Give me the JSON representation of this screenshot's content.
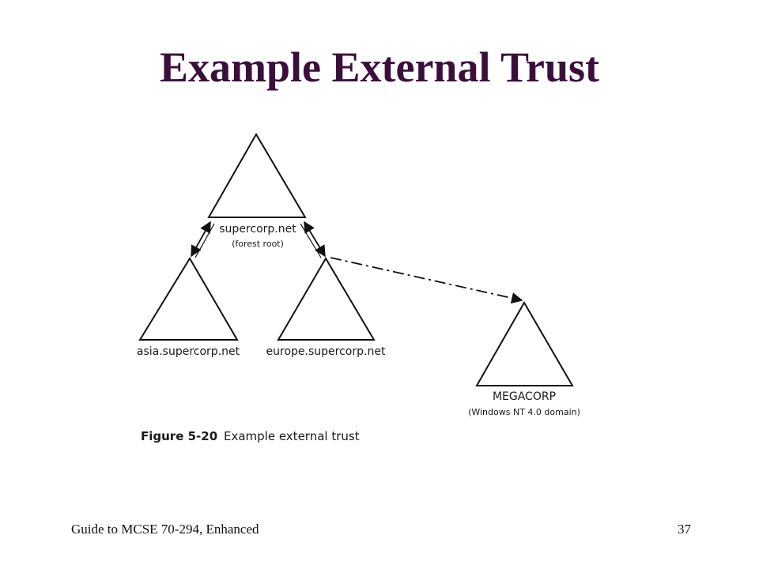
{
  "slide": {
    "title": "Example External Trust",
    "footer_left": "Guide to MCSE 70-294, Enhanced",
    "page_number": "37"
  },
  "diagram": {
    "nodes": [
      {
        "id": "root",
        "label": "supercorp.net",
        "sublabel": "(forest root)"
      },
      {
        "id": "asia",
        "label": "asia.supercorp.net"
      },
      {
        "id": "europe",
        "label": "europe.supercorp.net"
      },
      {
        "id": "megacorp",
        "label": "MEGACORP",
        "sublabel": "(Windows NT 4.0 domain)"
      }
    ],
    "edges": [
      {
        "from": "root",
        "to": "asia",
        "style": "two-way-transitive"
      },
      {
        "from": "root",
        "to": "europe",
        "style": "two-way-transitive"
      },
      {
        "from": "europe",
        "to": "megacorp",
        "style": "one-way-external-dash-dot"
      }
    ],
    "caption_number": "Figure 5-20",
    "caption_text": "Example external trust"
  }
}
